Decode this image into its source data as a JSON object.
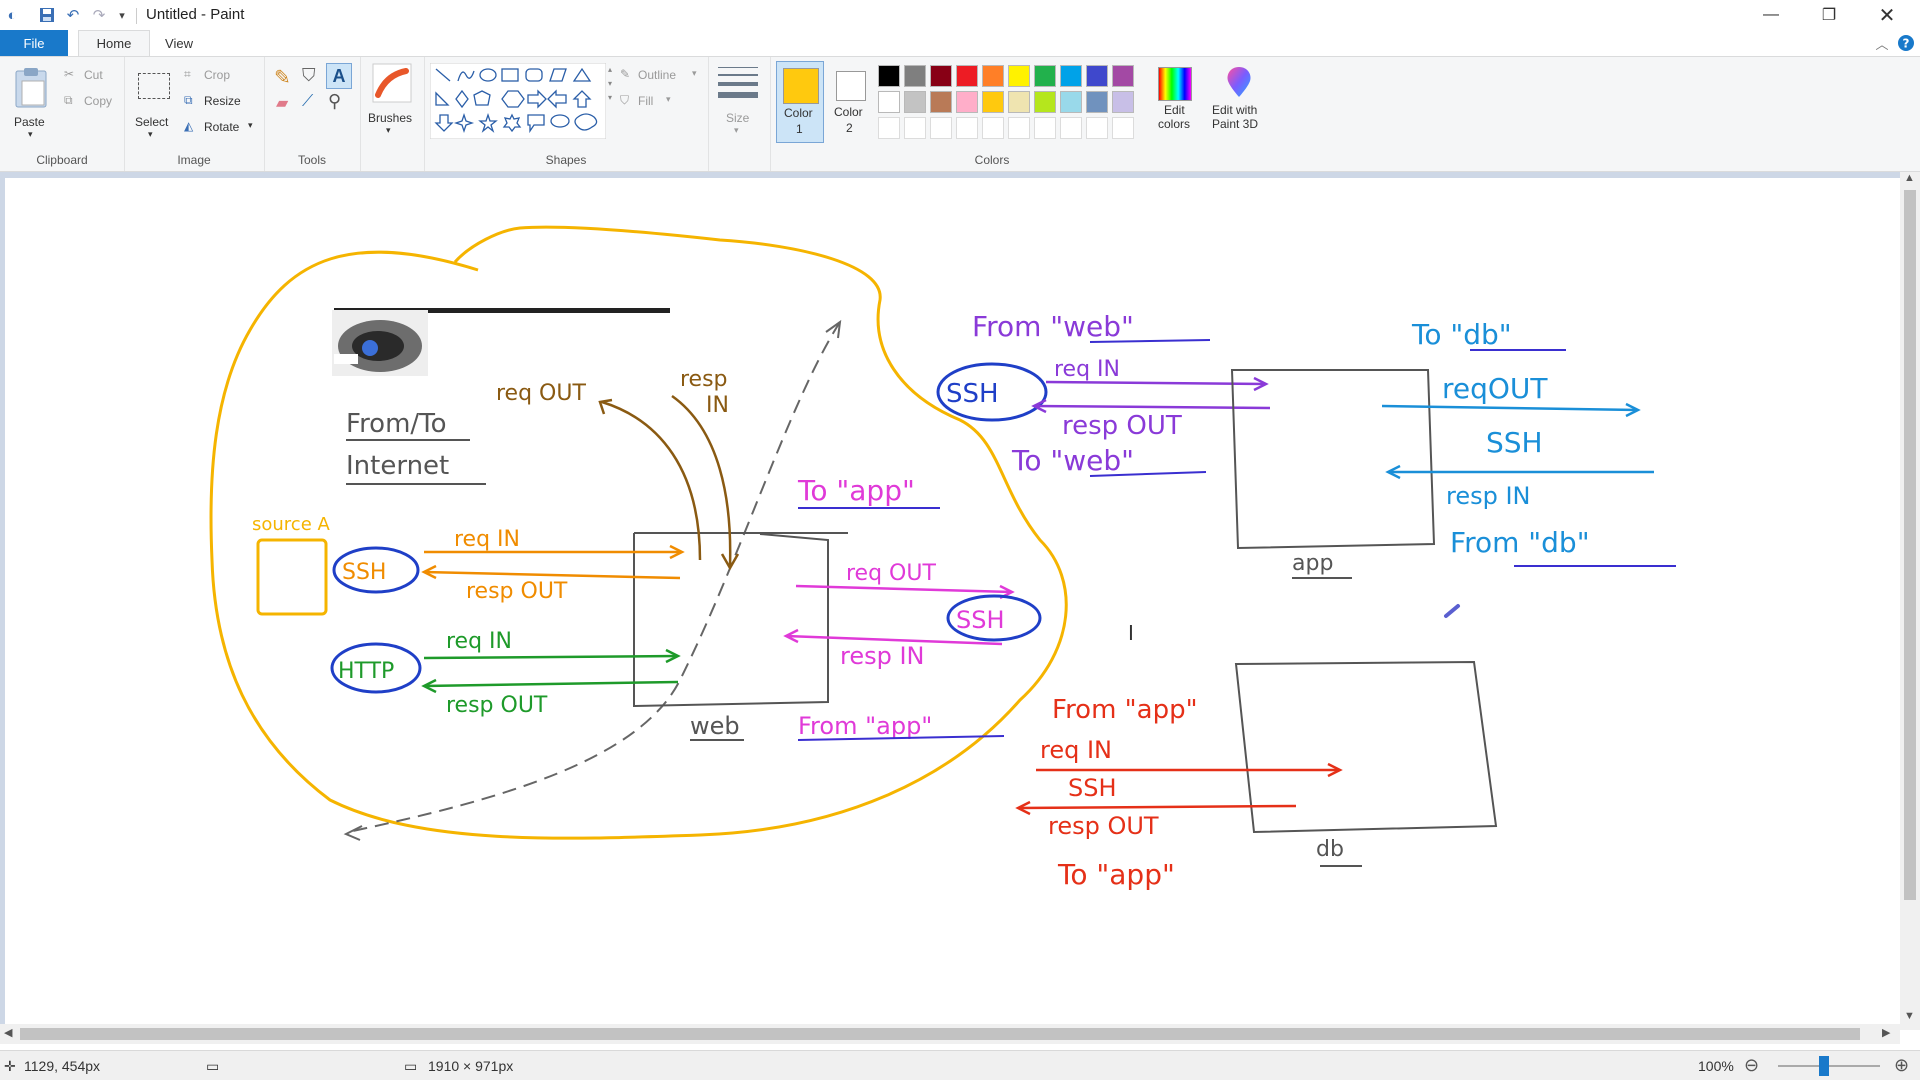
{
  "window": {
    "title": "Untitled - Paint"
  },
  "tabs": {
    "file": "File",
    "home": "Home",
    "view": "View"
  },
  "ribbon": {
    "clipboard": {
      "label": "Clipboard",
      "paste": "Paste",
      "cut": "Cut",
      "copy": "Copy"
    },
    "image": {
      "label": "Image",
      "select": "Select",
      "crop": "Crop",
      "resize": "Resize",
      "rotate": "Rotate"
    },
    "tools": {
      "label": "Tools"
    },
    "brushes": {
      "label": "Brushes"
    },
    "shapes": {
      "label": "Shapes",
      "outline": "Outline",
      "fill": "Fill"
    },
    "size": {
      "label": "Size"
    },
    "color1": {
      "line1": "Color",
      "line2": "1"
    },
    "color2": {
      "line1": "Color",
      "line2": "2"
    },
    "colors": {
      "label": "Colors",
      "edit_line1": "Edit",
      "edit_line2": "colors",
      "paint3d_line1": "Edit with",
      "paint3d_line2": "Paint 3D"
    },
    "palette": [
      "#000000",
      "#7f7f7f",
      "#880015",
      "#ed1c24",
      "#ff7f27",
      "#fff200",
      "#22b14c",
      "#00a2e8",
      "#3f48cc",
      "#a349a4",
      "#ffffff",
      "#c3c3c3",
      "#b97a57",
      "#ffaec9",
      "#ffc90e",
      "#efe4b0",
      "#b5e61d",
      "#99d9ea",
      "#7092be",
      "#c8bfe7"
    ],
    "color1_value": "#ffc90e",
    "color2_value": "#ffffff"
  },
  "drawing": {
    "source_a": "source A",
    "from_to": "From/To",
    "internet": "Internet",
    "web_box": "web",
    "app_box": "app",
    "db_box": "db",
    "ssh": "SSH",
    "http": "HTTP",
    "req_in": "req IN",
    "resp_out": "resp OUT",
    "req_out": "req OUT",
    "resp_in": "resp IN",
    "resp": "resp",
    "in": "IN",
    "to_app": "To \"app\"",
    "from_app": "From \"app\"",
    "from_web": "From \"web\"",
    "to_web": "To \"web\"",
    "to_db": "To \"db\"",
    "from_db": "From \"db\"",
    "reqout": "reqOUT"
  },
  "status": {
    "coords": "1129, 454px",
    "size": "1910 × 971px",
    "zoom": "100%",
    "zoom_level": 1.0
  }
}
